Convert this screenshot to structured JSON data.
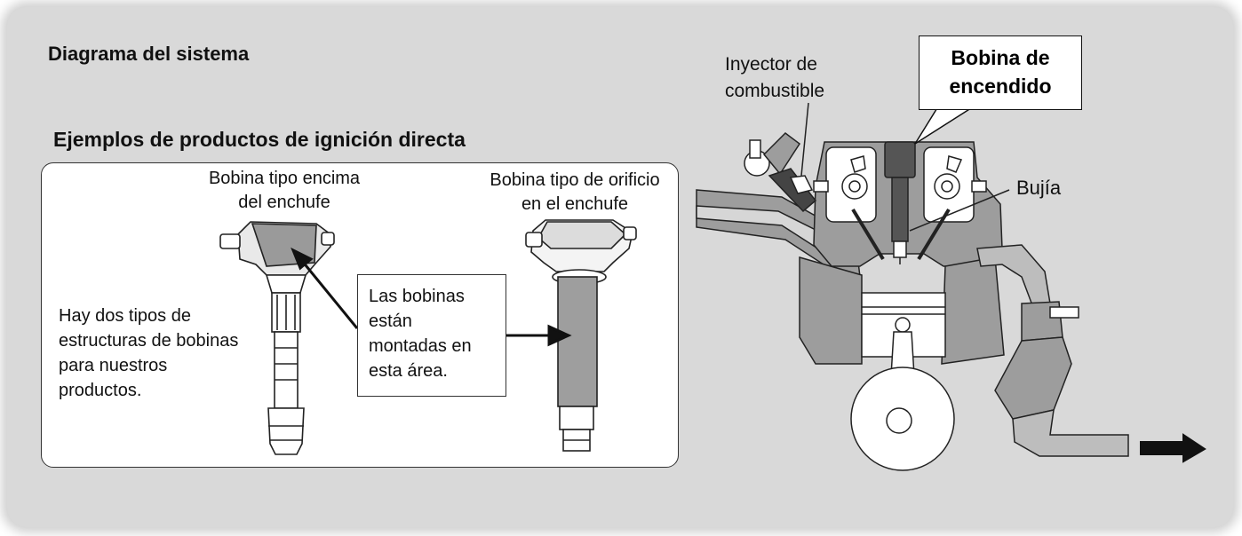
{
  "title": "Diagrama del sistema",
  "subtitle": "Ejemplos de productos de ignición directa",
  "products": {
    "coil_top_label_1": "Bobina tipo encima",
    "coil_top_label_2": "del enchufe",
    "coil_hole_label_1": "Bobina tipo de orificio",
    "coil_hole_label_2": "en el enchufe",
    "description_lines": [
      "Hay dos tipos de",
      "estructuras de bobinas",
      "para nuestros",
      "productos."
    ],
    "note_lines": [
      "Las bobinas",
      "están",
      "montadas en",
      "esta área."
    ]
  },
  "engine": {
    "injector_label_1": "Inyector de",
    "injector_label_2": "combustible",
    "coil_callout_1": "Bobina de",
    "coil_callout_2": "encendido",
    "spark_plug_label": "Bujía"
  }
}
